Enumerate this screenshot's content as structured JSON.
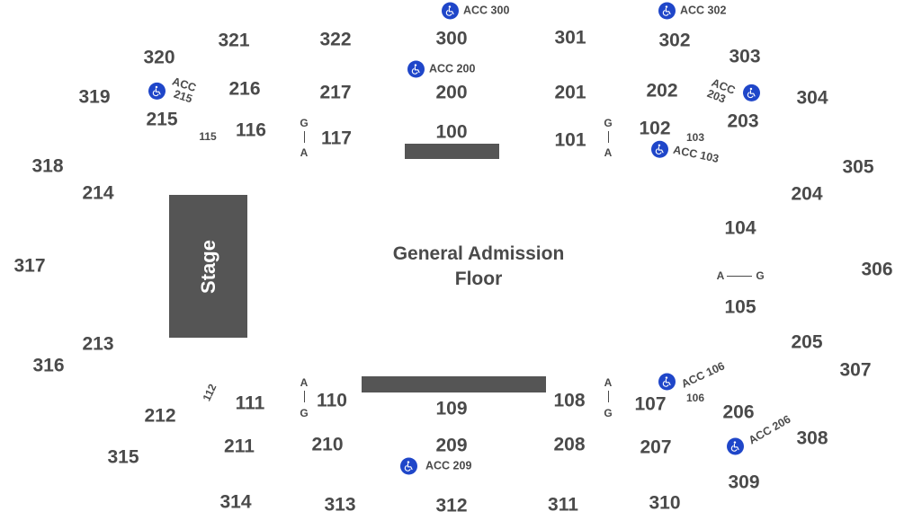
{
  "stage_label": "Stage",
  "floor_label_line1": "General Admission",
  "floor_label_line2": "Floor",
  "accessibility_color": "#1f46c9",
  "sections": {
    "s300": "300",
    "s301": "301",
    "s302": "302",
    "s303": "303",
    "s304": "304",
    "s305": "305",
    "s306": "306",
    "s307": "307",
    "s308": "308",
    "s309": "309",
    "s310": "310",
    "s311": "311",
    "s312": "312",
    "s313": "313",
    "s314": "314",
    "s315": "315",
    "s316": "316",
    "s317": "317",
    "s318": "318",
    "s319": "319",
    "s320": "320",
    "s321": "321",
    "s322": "322",
    "s200": "200",
    "s201": "201",
    "s202": "202",
    "s203": "203",
    "s204": "204",
    "s205": "205",
    "s206": "206",
    "s207": "207",
    "s208": "208",
    "s209": "209",
    "s210": "210",
    "s211": "211",
    "s212": "212",
    "s213": "213",
    "s214": "214",
    "s215": "215",
    "s216": "216",
    "s217": "217",
    "s100": "100",
    "s101": "101",
    "s102": "102",
    "s103": "103",
    "s104": "104",
    "s105": "105",
    "s106": "106",
    "s107": "107",
    "s108": "108",
    "s109": "109",
    "s110": "110",
    "s111": "111",
    "s112": "112",
    "s115": "115",
    "s116": "116",
    "s117": "117"
  },
  "accessible": {
    "acc300": "ACC 300",
    "acc302": "ACC 302",
    "acc200": "ACC 200",
    "acc215_line1": "ACC",
    "acc215_line2": "215",
    "acc203_line1": "ACC",
    "acc203_line2": "203",
    "acc103": "ACC 103",
    "acc106": "ACC 106",
    "acc206": "ACC 206",
    "acc209": "ACC 209"
  },
  "gates": {
    "g": "G",
    "a": "A"
  }
}
